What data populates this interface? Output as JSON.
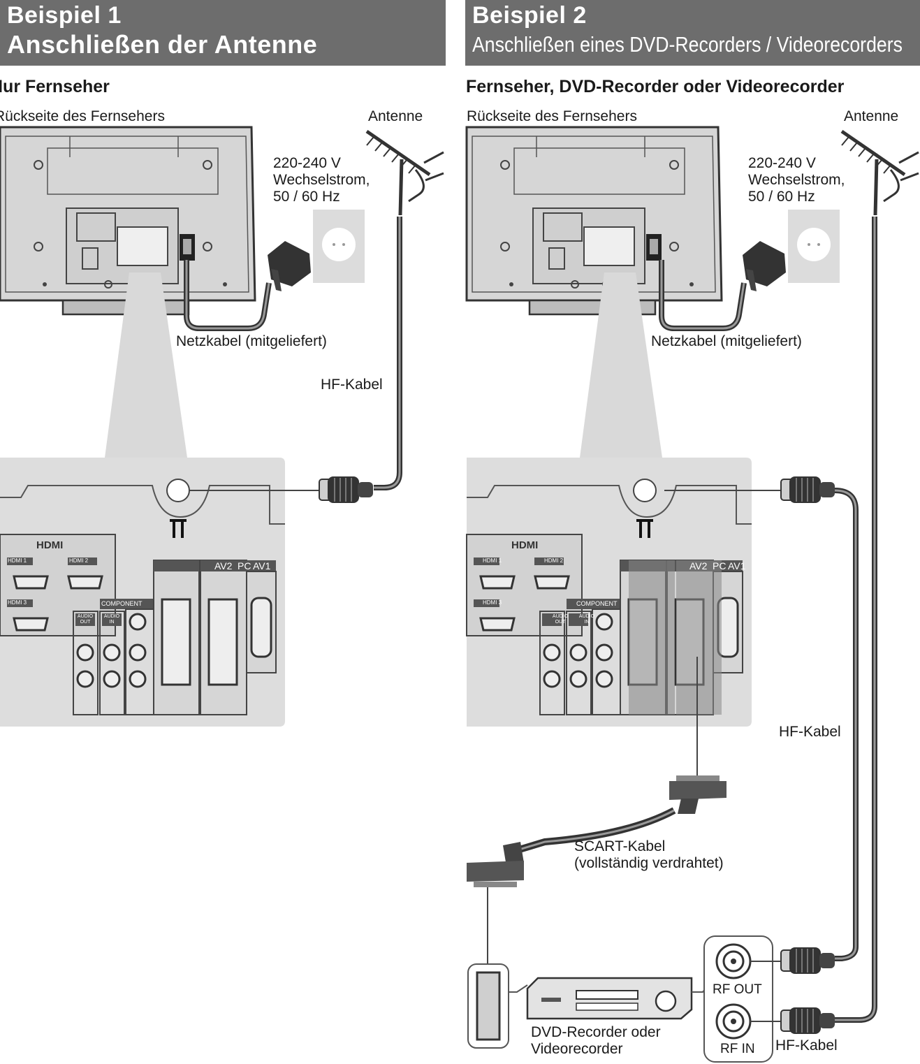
{
  "example1": {
    "title_line1": "Beispiel 1",
    "title_line2": "Anschließen der Antenne",
    "subtitle": "Nur Fernseher",
    "tv_back_label": "Rückseite des Fernsehers",
    "antenna_label": "Antenne",
    "power_line1": "220-240 V",
    "power_line2": "Wechselstrom,",
    "power_line3": "50 / 60 Hz",
    "power_cable_label": "Netzkabel (mitgeliefert)",
    "rf_cable_label": "HF-Kabel",
    "panel": {
      "hdmi_logo": "HDMI",
      "hdmi1": "HDMI 1",
      "hdmi2": "HDMI 2",
      "hdmi3": "HDMI 3",
      "component": "COMPONENT",
      "audio_out": "AUDIO OUT",
      "audio_in": "AUDIO IN",
      "av2": "AV2",
      "pc": "PC",
      "av1": "AV1"
    }
  },
  "example2": {
    "title_line1": "Beispiel 2",
    "title_line2": "Anschließen eines DVD-Recorders / Videorecorders",
    "subtitle": "Fernseher, DVD-Recorder oder Videorecorder",
    "tv_back_label": "Rückseite des Fernsehers",
    "antenna_label": "Antenne",
    "power_line1": "220-240 V",
    "power_line2": "Wechselstrom,",
    "power_line3": "50 / 60 Hz",
    "power_cable_label": "Netzkabel (mitgeliefert)",
    "rf_cable_label_upper": "HF-Kabel",
    "scart_line1": "SCART-Kabel",
    "scart_line2": "(vollständig verdrahtet)",
    "recorder_line1": "DVD-Recorder oder",
    "recorder_line2": "Videorecorder",
    "rf_out": "RF OUT",
    "rf_in": "RF IN",
    "rf_cable_label_lower": "HF-Kabel",
    "panel": {
      "hdmi_logo": "HDMI",
      "hdmi1": "HDMI 1",
      "hdmi2": "HDMI 2",
      "hdmi3": "HDMI 3",
      "component": "COMPONENT",
      "audio_out": "AUDIO OUT",
      "audio_in": "AUDIO IN",
      "av2": "AV2",
      "pc": "PC",
      "av1": "AV1"
    }
  }
}
